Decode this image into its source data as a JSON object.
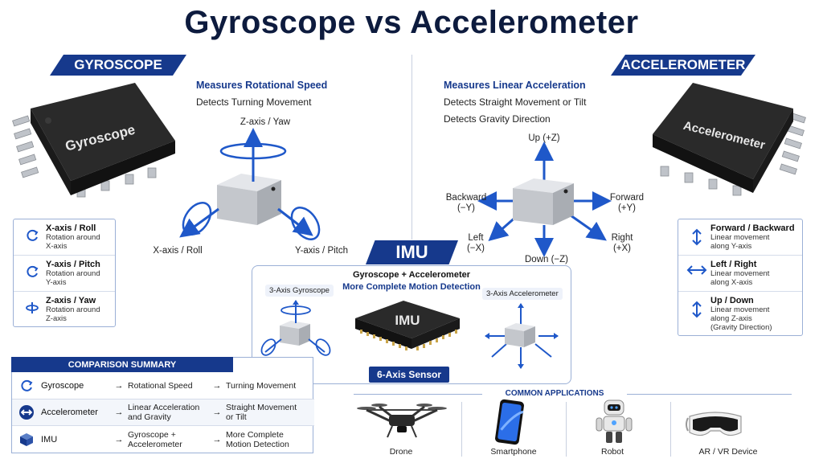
{
  "title": "Gyroscope vs Accelerometer",
  "gyroscope": {
    "banner": "GYROSCOPE",
    "chip_label": "Gyroscope",
    "headline": "Measures Rotational Speed",
    "detail": "Detects Turning Movement",
    "axis_labels": {
      "z": "Z-axis / Yaw",
      "x": "X-axis / Roll",
      "y": "Y-axis / Pitch"
    },
    "info": [
      {
        "title": "X-axis / Roll",
        "desc1": "Rotation around",
        "desc2": "X-axis"
      },
      {
        "title": "Y-axis / Pitch",
        "desc1": "Rotation around",
        "desc2": "Y-axis"
      },
      {
        "title": "Z-axis / Yaw",
        "desc1": "Rotation around",
        "desc2": "Z-axis"
      }
    ]
  },
  "accelerometer": {
    "banner": "ACCELEROMETER",
    "chip_label": "Accelerometer",
    "headline": "Measures Linear Acceleration",
    "detail1": "Detects Straight Movement or Tilt",
    "detail2": "Detects Gravity Direction",
    "axis_labels": {
      "up": "Up (+Z)",
      "backward1": "Backward",
      "backward2": "(−Y)",
      "forward1": "Forward",
      "forward2": "(+Y)",
      "left1": "Left",
      "left2": "(−X)",
      "right1": "Right",
      "right2": "(+X)",
      "down": "Down (−Z)"
    },
    "info": [
      {
        "title": "Forward / Backward",
        "desc1": "Linear movement",
        "desc2": "along Y-axis",
        "desc3": ""
      },
      {
        "title": "Left / Right",
        "desc1": "Linear movement",
        "desc2": "along X-axis",
        "desc3": ""
      },
      {
        "title": "Up / Down",
        "desc1": "Linear movement",
        "desc2": "along Z-axis",
        "desc3": "(Gravity Direction)"
      }
    ]
  },
  "imu": {
    "banner": "IMU",
    "line1": "Gyroscope + Accelerometer",
    "line2": "More Complete Motion Detection",
    "gyro_pill": "3-Axis Gyroscope",
    "accel_pill": "3-Axis Accelerometer",
    "chip_label": "IMU",
    "sensor_tag": "6-Axis Sensor"
  },
  "comparison": {
    "header": "COMPARISON SUMMARY",
    "rows": [
      {
        "name": "Gyroscope",
        "arrow": "→",
        "measure1": "Rotational Speed",
        "measure2": "",
        "result1": "Turning Movement",
        "result2": ""
      },
      {
        "name": "Accelerometer",
        "arrow": "→",
        "measure1": "Linear Acceleration",
        "measure2": "and Gravity",
        "result1": "Straight Movement",
        "result2": "or Tilt"
      },
      {
        "name": "IMU",
        "arrow": "→",
        "measure1": "Gyroscope +",
        "measure2": "Accelerometer",
        "result1": "More Complete",
        "result2": "Motion Detection"
      }
    ]
  },
  "applications": {
    "header": "COMMON APPLICATIONS",
    "items": [
      "Drone",
      "Smartphone",
      "Robot",
      "AR / VR Device"
    ]
  },
  "colors": {
    "brand": "#16398c",
    "arrow": "#1f58c9",
    "chip": "#1f1f1f",
    "cube": "#c9ccd1"
  }
}
